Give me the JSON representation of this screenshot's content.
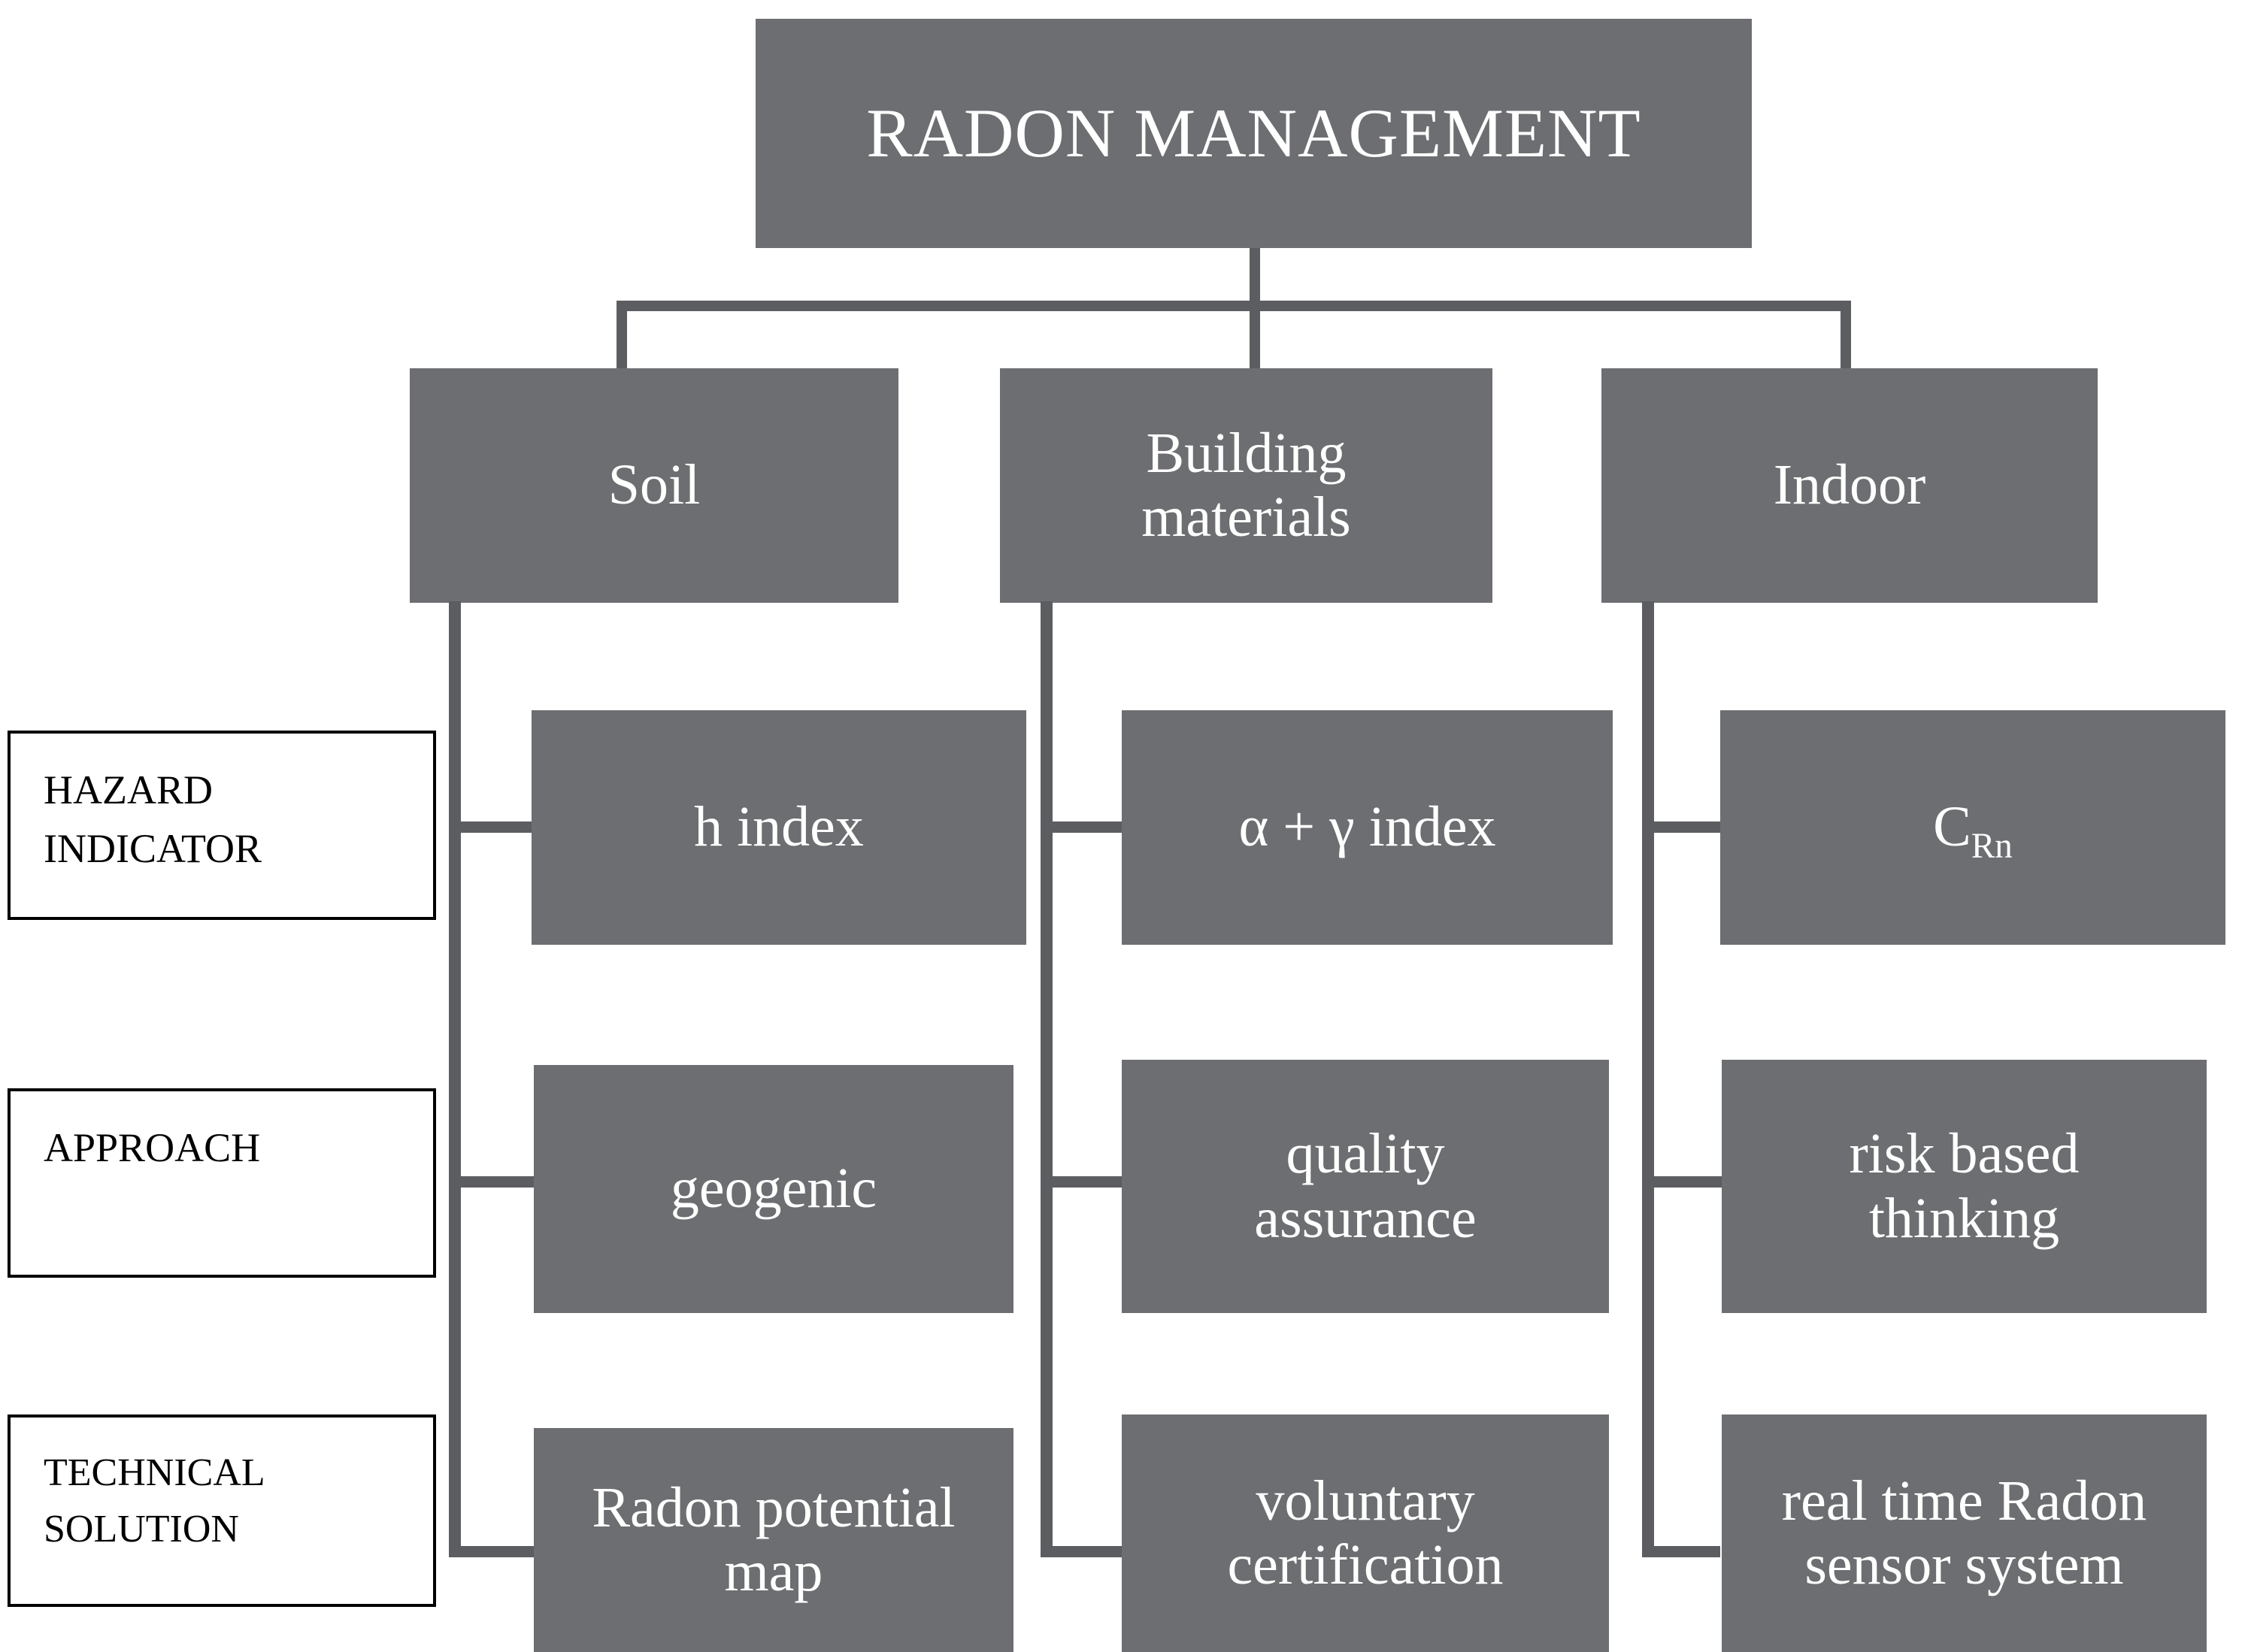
{
  "diagram": {
    "title": "RADON MANAGEMENT",
    "colors": {
      "box_fill": "#6d6e71",
      "box_text": "#ffffff",
      "connector": "#5c5d60",
      "label_border": "#000000",
      "label_text": "#000000",
      "background": "#ffffff"
    },
    "root": {
      "label": "RADON MANAGEMENT"
    },
    "categories": [
      {
        "id": "soil",
        "label": "Soil"
      },
      {
        "id": "building-materials",
        "label": "Building\nmaterials",
        "line1": "Building",
        "line2": "materials"
      },
      {
        "id": "indoor",
        "label": "Indoor"
      }
    ],
    "row_labels": [
      {
        "id": "hazard-indicator",
        "line1": "HAZARD",
        "line2": "INDICATOR"
      },
      {
        "id": "approach",
        "line1": "APPROACH",
        "line2": ""
      },
      {
        "id": "technical-solution",
        "line1": "TECHNICAL",
        "line2": "SOLUTION"
      }
    ],
    "cells": {
      "hazard_indicator": [
        {
          "column": "soil",
          "text": "h index"
        },
        {
          "column": "building-materials",
          "text": "α + γ index"
        },
        {
          "column": "indoor",
          "text": "C",
          "subscript": "Rn"
        }
      ],
      "approach": [
        {
          "column": "soil",
          "line1": "geogenic",
          "line2": ""
        },
        {
          "column": "building-materials",
          "line1": "quality",
          "line2": "assurance"
        },
        {
          "column": "indoor",
          "line1": "risk based",
          "line2": "thinking"
        }
      ],
      "technical_solution": [
        {
          "column": "soil",
          "line1": "Radon potential",
          "line2": "map"
        },
        {
          "column": "building-materials",
          "line1": "voluntary",
          "line2": "certification"
        },
        {
          "column": "indoor",
          "line1": "real time Radon",
          "line2": "sensor system"
        }
      ]
    }
  }
}
